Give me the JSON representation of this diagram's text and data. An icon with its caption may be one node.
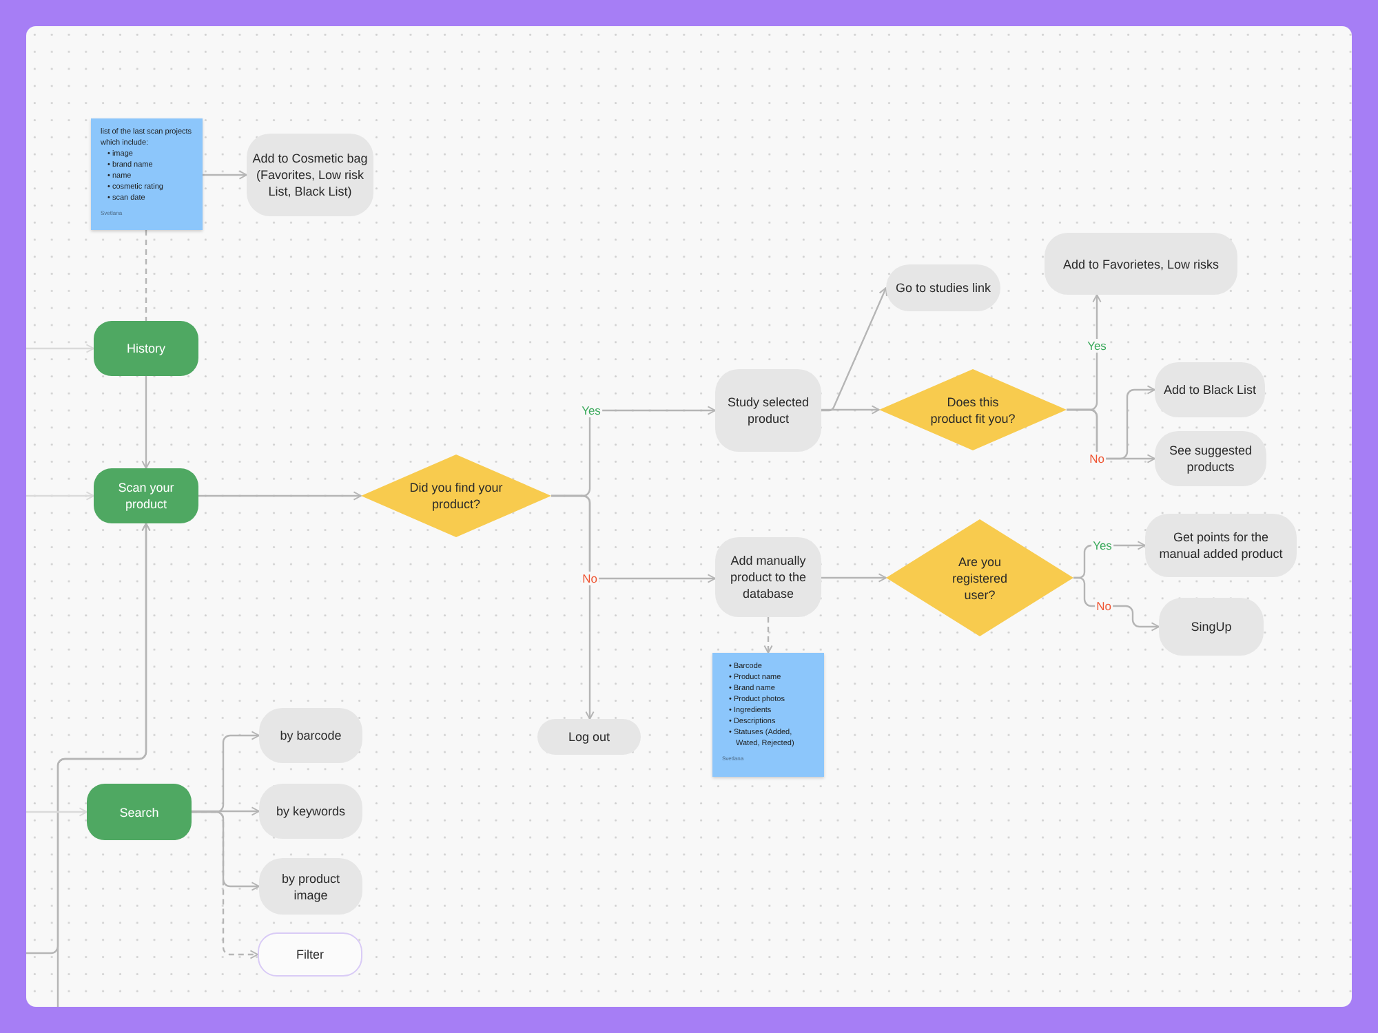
{
  "diagram": {
    "nodes": [
      {
        "text": [
          "list of the last scan projects which include:",
          "• image",
          "• brand name",
          "• name",
          "• cosmetic rating",
          "• scan date",
          "Svetlana"
        ]
      },
      {
        "text": [
          "Add to Cosmetic bag (Favorites, Low risk List, Black List)"
        ]
      },
      {
        "text": [
          "History"
        ]
      },
      {
        "text": [
          "Scan your product"
        ]
      },
      {
        "text": [
          "Did you find your product?"
        ]
      },
      {
        "text": [
          "Study selected product"
        ]
      },
      {
        "text": [
          "Go to studies link"
        ]
      },
      {
        "text": [
          "Does this product fit you?"
        ]
      },
      {
        "text": [
          "Add to Favorietes, Low risks"
        ]
      },
      {
        "text": [
          "Add to Black List"
        ]
      },
      {
        "text": [
          "See suggested products"
        ]
      },
      {
        "text": [
          "Add manually product to the database"
        ]
      },
      {
        "text": [
          "Are you registered user?"
        ]
      },
      {
        "text": [
          "Get points for the manual added product"
        ]
      },
      {
        "text": [
          "SingUp"
        ]
      },
      {
        "text": [
          "• Barcode",
          "• Product name",
          "• Brand name",
          "• Product photos",
          "• Ingredients",
          "• Descriptions",
          "• Statuses (Added, Wated, Rejected)",
          "Svetlana"
        ]
      },
      {
        "text": [
          "Log out"
        ]
      },
      {
        "text": [
          "Search"
        ]
      },
      {
        "text": [
          "by barcode"
        ]
      },
      {
        "text": [
          "by keywords"
        ]
      },
      {
        "text": [
          "by product image"
        ]
      },
      {
        "text": [
          "Filter"
        ]
      }
    ],
    "edges": [
      {
        "from": 0,
        "to": 1,
        "arrow": "to"
      },
      {
        "from": 0,
        "to": 2,
        "arrow": "none",
        "style": "dashed"
      },
      {
        "from": 2,
        "to": 3,
        "arrow": "to"
      },
      {
        "from": 3,
        "to": 4,
        "arrow": "to"
      },
      {
        "from": null,
        "to": 2,
        "arrow": "to",
        "color": "#dadada"
      },
      {
        "from": null,
        "to": 3,
        "arrow": "to",
        "color": "#dadada"
      },
      {
        "from": null,
        "to": 3,
        "arrow": "to"
      },
      {
        "from": null,
        "to": 3,
        "arrow": "to"
      },
      {
        "from": null,
        "to": 17,
        "arrow": "to",
        "color": "#dadada"
      },
      {
        "from": 4,
        "to": 5,
        "arrow": "to",
        "label": "Yes"
      },
      {
        "from": 4,
        "to": 11,
        "arrow": "to",
        "label": "No"
      },
      {
        "from": 4,
        "to": 16,
        "arrow": "to"
      },
      {
        "from": 5,
        "to": 6,
        "arrow": "to"
      },
      {
        "from": 5,
        "to": 7,
        "arrow": "to"
      },
      {
        "from": 7,
        "to": 8,
        "arrow": "to",
        "label": "Yes"
      },
      {
        "from": 7,
        "to": 9,
        "arrow": "to",
        "label": "No"
      },
      {
        "from": 7,
        "to": 10,
        "arrow": "to"
      },
      {
        "from": 11,
        "to": 12,
        "arrow": "to"
      },
      {
        "from": 12,
        "to": 13,
        "arrow": "to",
        "label": "Yes"
      },
      {
        "from": 12,
        "to": 14,
        "arrow": "to",
        "label": "No"
      },
      {
        "from": 11,
        "to": 15,
        "arrow": "to",
        "style": "dashed"
      },
      {
        "from": 17,
        "to": 18,
        "arrow": "to"
      },
      {
        "from": 17,
        "to": 19,
        "arrow": "to"
      },
      {
        "from": 17,
        "to": 20,
        "arrow": "to"
      },
      {
        "from": 17,
        "to": 21,
        "arrow": "to",
        "style": "dashed"
      }
    ]
  }
}
